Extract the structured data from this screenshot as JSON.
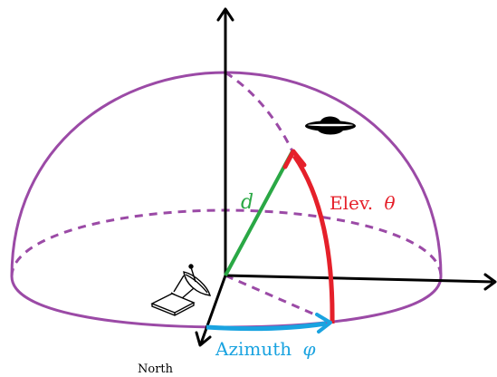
{
  "labels": {
    "distance": "d",
    "elevation": "Elev.",
    "elevation_symbol": "θ",
    "azimuth": "Azimuth",
    "azimuth_symbol": "φ",
    "north": "North"
  },
  "colors": {
    "hemisphere": "#9b4aa6",
    "distance": "#2aa845",
    "elevation": "#e5202a",
    "azimuth": "#1aa3e0",
    "axes": "#000000"
  },
  "icons": {
    "target": "ufo-icon",
    "observer": "radar-dish-icon"
  }
}
